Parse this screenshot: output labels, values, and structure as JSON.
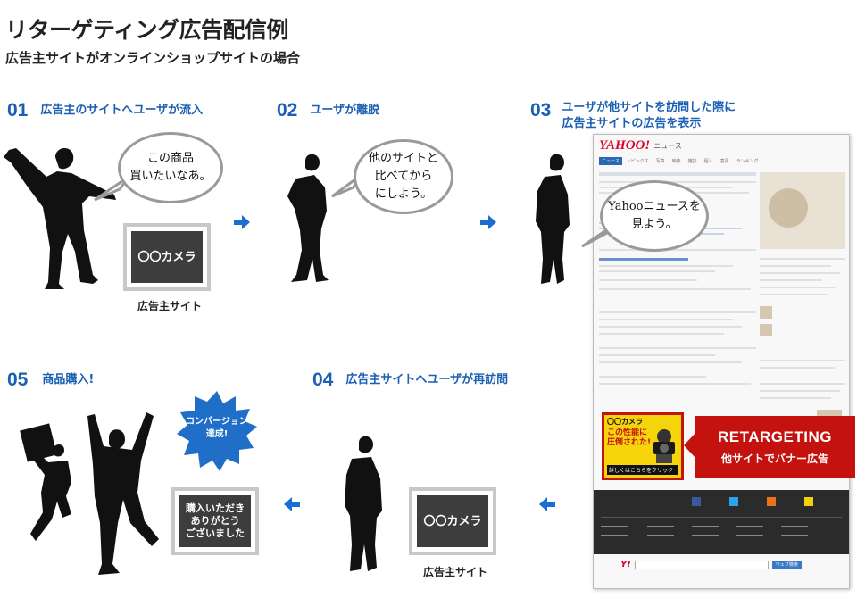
{
  "header": {
    "title": "リターゲティング広告配信例",
    "subtitle": "広告主サイトがオンラインショップサイトの場合"
  },
  "steps": [
    {
      "num": "01",
      "label": "広告主のサイトへユーザが流入"
    },
    {
      "num": "02",
      "label": "ユーザが離脱"
    },
    {
      "num": "03",
      "label": "ユーザが他サイトを訪問した際に\n広告主サイトの広告を表示"
    },
    {
      "num": "04",
      "label": "広告主サイトへユーザが再訪問"
    },
    {
      "num": "05",
      "label": "商品購入!"
    }
  ],
  "bubbles": {
    "step1": "この商品\n買いたいなあ。",
    "step2": "他のサイトと\n比べてから\nにしよう。",
    "step3": "Yahooニュースを\n見よう。"
  },
  "site": {
    "screen_text": "〇〇カメラ",
    "caption": "広告主サイト"
  },
  "thanks": "購入いただき\nありがとう\nございました",
  "conversion": "コンバージョン\n達成!",
  "retargeting": {
    "title": "RETARGETING",
    "subtitle": "他サイトでバナー広告"
  },
  "banner": {
    "brand": "〇〇カメラ",
    "headline": "この性能に\n圧倒された!",
    "cta": "詳しくはこちらをクリック"
  },
  "yahoo": {
    "logo": "YAHOO!",
    "section": "ニュース",
    "nav": [
      "ニュース",
      "トピックス",
      "写真",
      "映像",
      "雑誌",
      "個人",
      "意見",
      "ランキング"
    ],
    "button": "ウェブ検索"
  },
  "colors": {
    "accent_blue": "#1a5fb4",
    "retarget_red": "#c4120f",
    "screen_dark": "#3d3d3d",
    "burst_blue": "#1f6fc9"
  }
}
